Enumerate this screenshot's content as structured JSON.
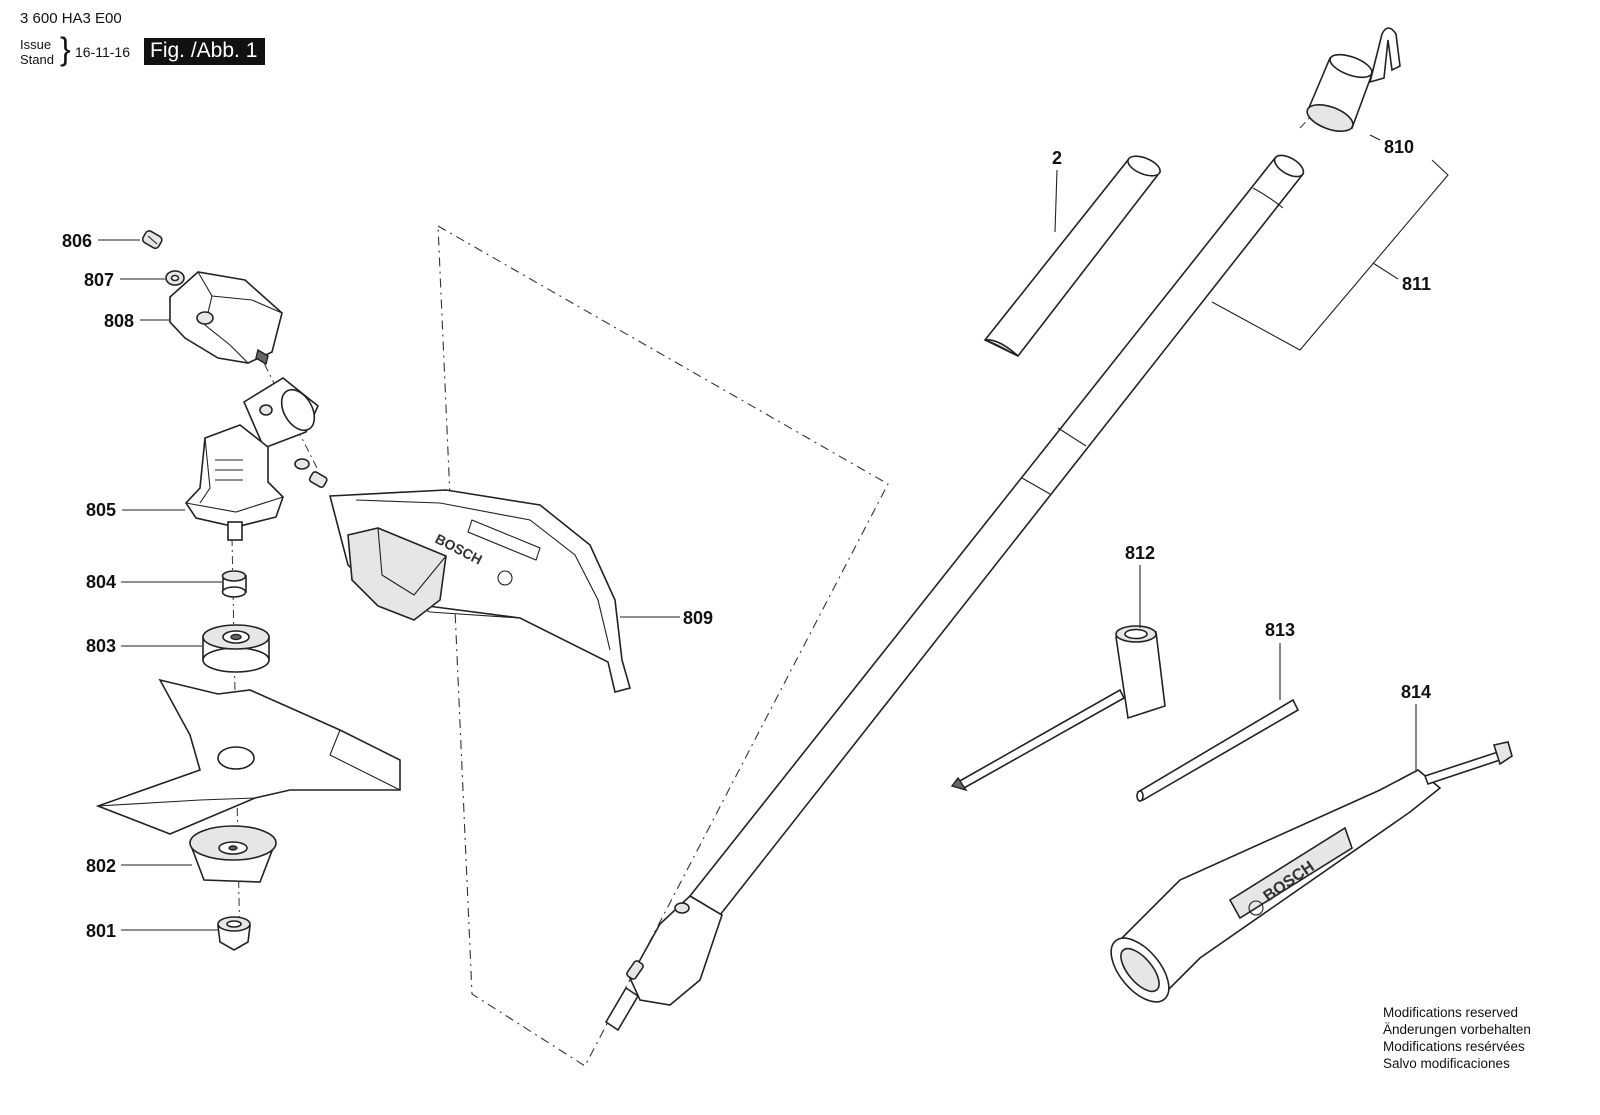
{
  "header": {
    "doc_number": "3 600 HA3 E00",
    "issue_label": "Issue",
    "stand_label": "Stand",
    "date": "16-11-16",
    "figure_label": "Fig. /Abb. 1"
  },
  "callouts": [
    {
      "id": "806",
      "label": "806"
    },
    {
      "id": "807",
      "label": "807"
    },
    {
      "id": "808",
      "label": "808"
    },
    {
      "id": "805",
      "label": "805"
    },
    {
      "id": "804",
      "label": "804"
    },
    {
      "id": "803",
      "label": "803"
    },
    {
      "id": "802",
      "label": "802"
    },
    {
      "id": "801",
      "label": "801"
    },
    {
      "id": "809",
      "label": "809"
    },
    {
      "id": "2",
      "label": "2"
    },
    {
      "id": "810",
      "label": "810"
    },
    {
      "id": "811",
      "label": "811"
    },
    {
      "id": "812",
      "label": "812"
    },
    {
      "id": "813",
      "label": "813"
    },
    {
      "id": "814",
      "label": "814"
    }
  ],
  "logos": {
    "guard": "BOSCH",
    "tool": "BOSCH"
  },
  "notes": [
    "Modifications reserved",
    "Änderungen vorbehalten",
    "Modifications resérvées",
    "Salvo modificaciones"
  ]
}
